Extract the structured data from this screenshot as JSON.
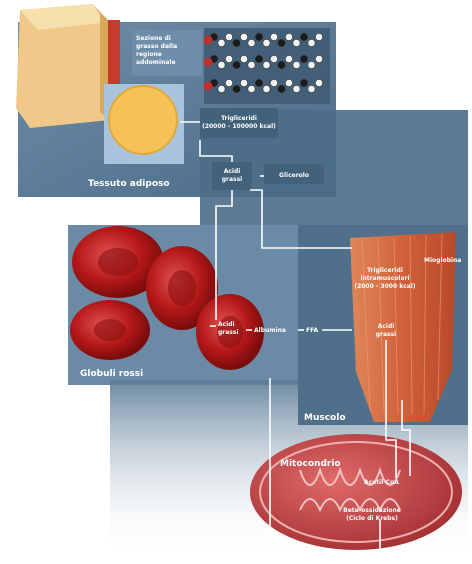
{
  "diagram": {
    "tissue_label": "Tessuto adiposo",
    "fat_cell_label": "Sezione di grasso dalla regione addominale",
    "triglyceride_label": [
      "Trigliceridi",
      "(20000 - 100000 kcal)"
    ],
    "fatty_acids_label": [
      "Acidi",
      "grassi"
    ],
    "glycerol_label": "Glicerolo",
    "blood_label": "Globuli rossi",
    "blood_fatty_acids_label": [
      "Acidi",
      "grassi"
    ],
    "albumin_label": "Albumina",
    "ffa_label": "FFA",
    "muscle_triglyceride_label": [
      "Trigliceridi",
      "intramuscolari",
      "(2000 - 3000 kcal)"
    ],
    "muscle_fatty_acids_label": [
      "Acidi",
      "grassi"
    ],
    "myoglobin_label": "Mioglobina",
    "muscle_label": "Muscolo",
    "mitochondrion_label": "Mitocondrio",
    "acetyl_label": "Acetil-CoA",
    "beta_ox_label": [
      "Beta-ossidazione",
      "(Ciclo di Krebs)"
    ],
    "colors": {
      "panel": "#5d7d98",
      "panel_dark": "#3f5e78",
      "fat": "#f2c56a",
      "blood": "#c02020",
      "muscle": "#d9683a",
      "mito": "#c8484a",
      "line": "#ffffff"
    }
  }
}
